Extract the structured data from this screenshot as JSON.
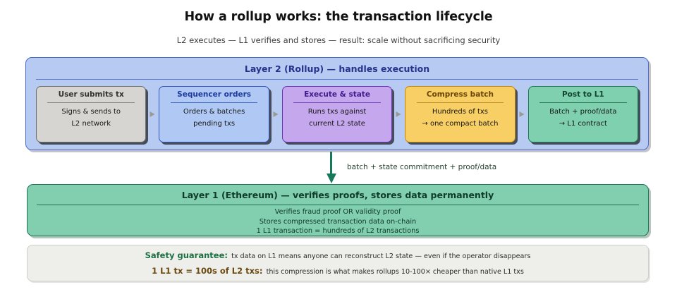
{
  "title": "How a rollup works: the transaction lifecycle",
  "subtitle": "L2 executes — L1 verifies and stores — result: scale without sacrificing security",
  "layer2": {
    "title": "Layer 2 (Rollup) — handles execution",
    "steps": [
      {
        "head": "User submits tx",
        "line1": "Signs & sends to",
        "line2": "L2 network"
      },
      {
        "head": "Sequencer orders",
        "line1": "Orders & batches",
        "line2": "pending txs"
      },
      {
        "head": "Execute & state",
        "line1": "Runs txs against",
        "line2": "current L2 state"
      },
      {
        "head": "Compress batch",
        "line1": "Hundreds of txs",
        "line2": "→ one compact batch"
      },
      {
        "head": "Post to L1",
        "line1": "Batch + proof/data",
        "line2": "→ L1 contract"
      }
    ]
  },
  "connector": {
    "label": "batch + state commitment + proof/data"
  },
  "layer1": {
    "title": "Layer 1 (Ethereum) — verifies proofs, stores data permanently",
    "lines": [
      "Verifies fraud proof OR validity proof",
      "Stores compressed transaction data on-chain",
      "1 L1 transaction = hundreds of L2 transactions"
    ]
  },
  "footer": {
    "rows": [
      {
        "key": "Safety guarantee:",
        "value": "tx data on L1 means anyone can reconstruct L2 state — even if the operator disappears"
      },
      {
        "key": "1 L1 tx = 100s of L2 txs:",
        "value": "this compression is what makes rollups 10-100× cheaper than native L1 txs"
      }
    ]
  },
  "colors": {
    "l2_fill": "#b6caf2",
    "l2_border": "#4a68c8",
    "l1_fill": "#82cfb0",
    "l1_border": "#1d7256",
    "arrow": "#15795a",
    "footer_fill": "#eeeeea",
    "step_gray": "#d6d5d1",
    "step_blue": "#b0c9f4",
    "step_purple": "#c4a7ec",
    "step_amber": "#f8cf64",
    "step_green": "#7ed0ae"
  }
}
